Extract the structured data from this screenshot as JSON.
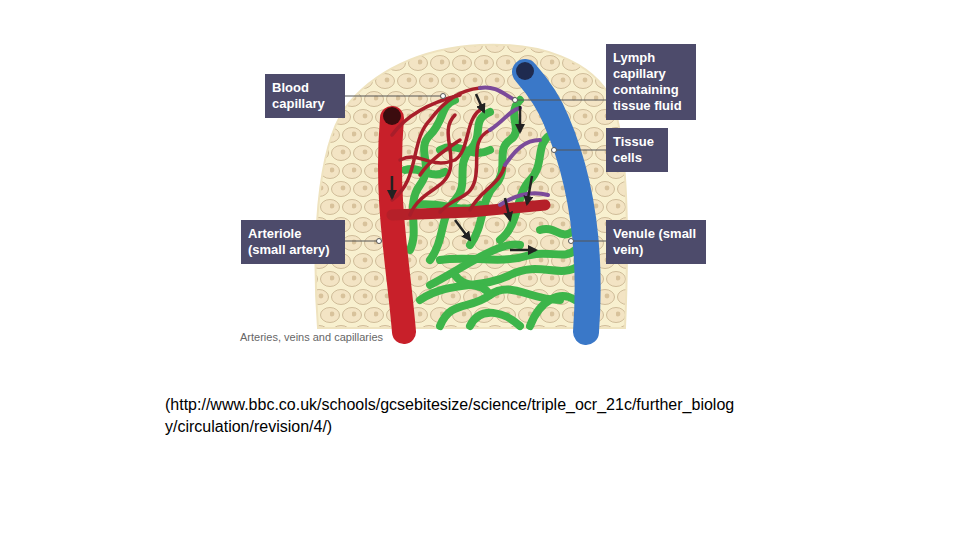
{
  "diagram": {
    "caption": "Arteries, veins and capillaries",
    "nodes": [
      {
        "text": [
          "Blood capillary"
        ]
      },
      {
        "text": [
          "Lymph capillary containing tissue fluid"
        ]
      },
      {
        "text": [
          "Tissue cells"
        ]
      },
      {
        "text": [
          "Arteriole (small artery)"
        ]
      },
      {
        "text": [
          "Venule (small vein)"
        ]
      }
    ],
    "labels": [
      "(http://www.bbc.co.uk/schools/gcsebitesize/science/triple_ocr_21c/further_biolog y/circulation/revision/4/)"
    ]
  }
}
